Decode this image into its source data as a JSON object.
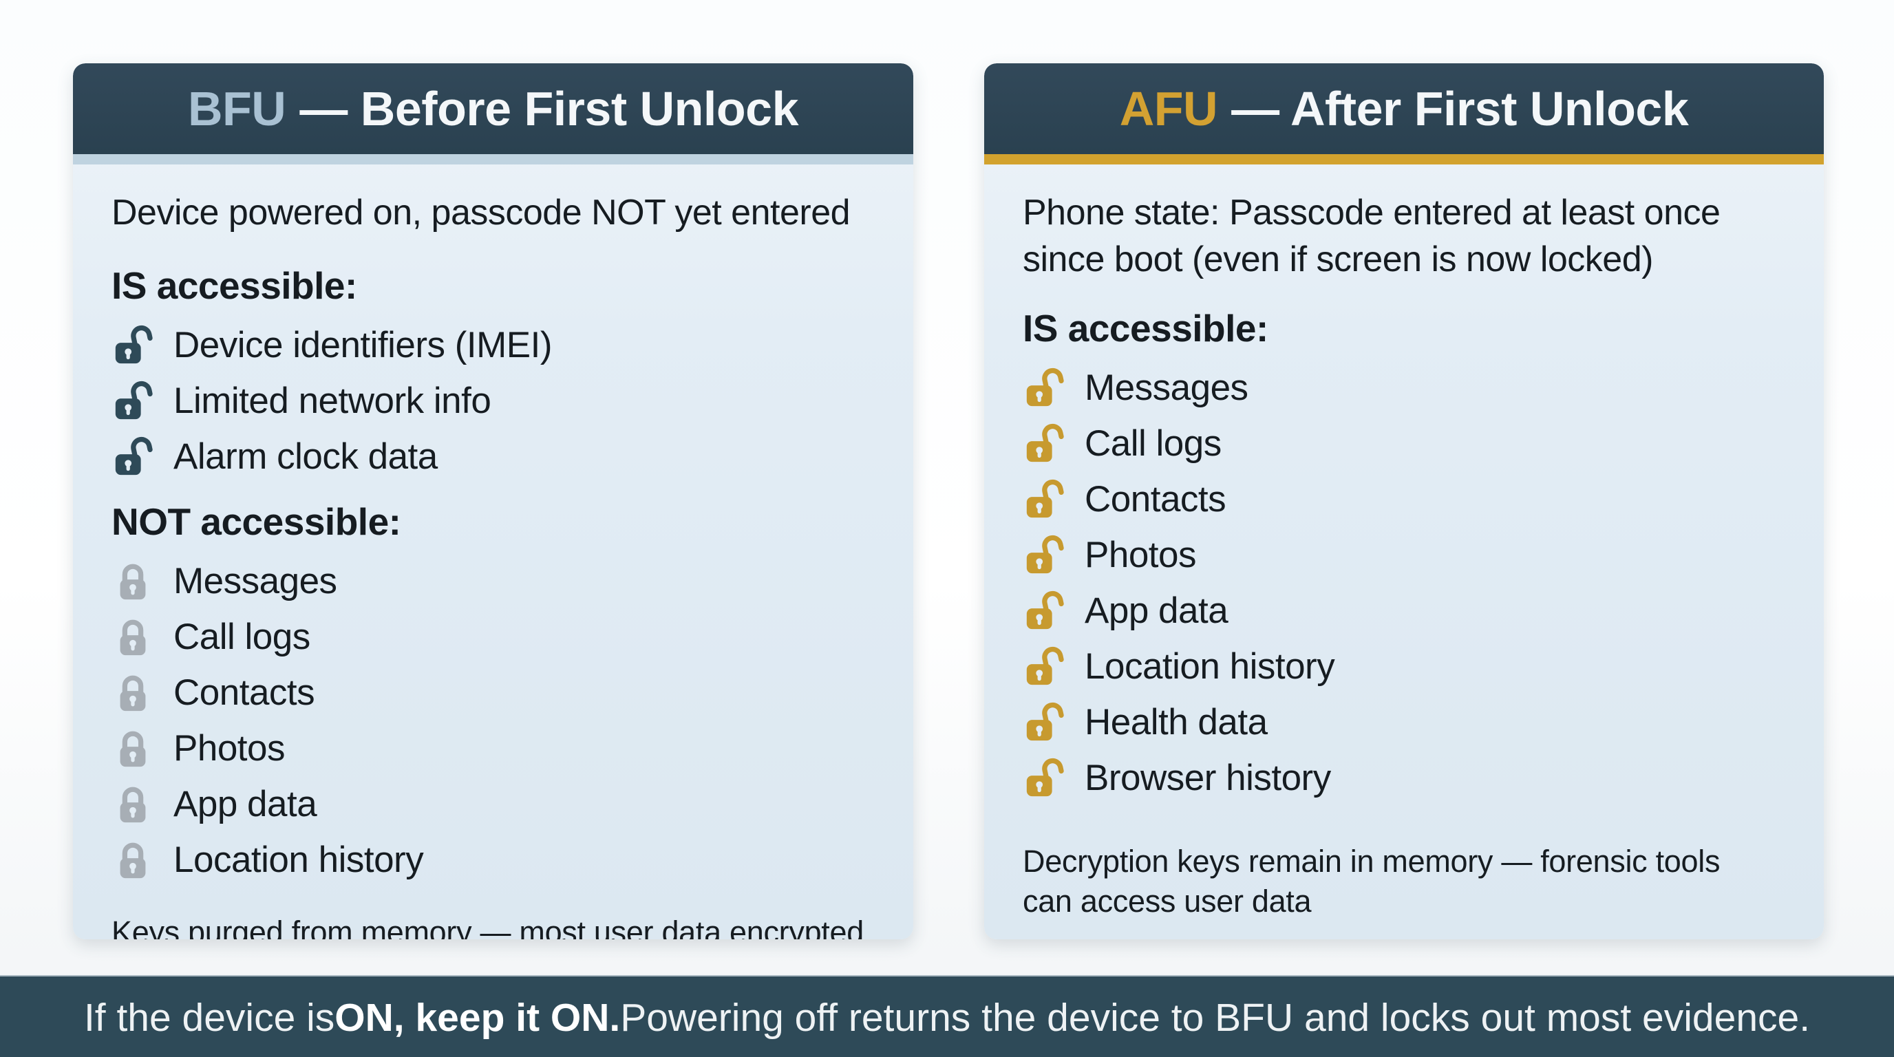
{
  "colors": {
    "header_bg": "#2b4251",
    "panel_bg": "#e3edf5",
    "banner_bg": "#2e4a58",
    "bfu_abbr": "#a9c1d3",
    "afu_abbr": "#d3a132",
    "bfu_accent": "#bfd3e0",
    "afu_accent": "#d2a22e",
    "unlocked_teal": "#2e4a58",
    "locked_gray": "#a7aeb5",
    "unlocked_gold": "#c79a2f",
    "keyhole": "#e3edf5"
  },
  "left_panel": {
    "abbr": "BFU",
    "title_rest": "— Before First Unlock",
    "lead": "Device powered on, passcode NOT yet entered",
    "accessible_heading": "IS accessible:",
    "accessible_items": [
      "Device identifiers (IMEI)",
      "Limited network info",
      "Alarm clock data"
    ],
    "not_accessible_heading": "NOT accessible:",
    "not_accessible_items": [
      "Messages",
      "Call logs",
      "Contacts",
      "Photos",
      "App data",
      "Location history"
    ],
    "footnote": "Keys purged from memory — most user data encrypted"
  },
  "right_panel": {
    "abbr": "AFU",
    "title_rest": "— After First Unlock",
    "lead": "Phone state: Passcode entered at least once since boot (even if screen is now locked)",
    "accessible_heading": "IS accessible:",
    "accessible_items": [
      "Messages",
      "Call logs",
      "Contacts",
      "Photos",
      "App data",
      "Location history",
      "Health data",
      "Browser history"
    ],
    "footnote": "Decryption keys remain in memory — forensic tools can access user data"
  },
  "banner": {
    "prefix": "If the device is ",
    "bold": "ON, keep it ON.",
    "suffix": " Powering off returns the device to BFU and locks out most evidence."
  }
}
